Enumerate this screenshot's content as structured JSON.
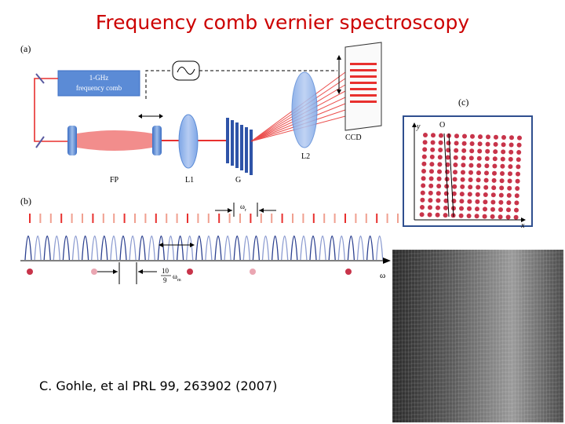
{
  "title": "Frequency comb vernier spectroscopy",
  "citation": "C. Gohle, et al PRL 99, 263902 (2007)",
  "panel_a": {
    "label": "(a)",
    "comb_box_line1": "1-GHz",
    "comb_box_line2": "frequency comb",
    "fp_label": "FP",
    "l1_label": "L1",
    "g_label": "G",
    "l2_label": "L2",
    "ccd_label": "CCD"
  },
  "panel_b": {
    "label": "(b)",
    "omega_r_label": "ω",
    "omega_r_sub": "r",
    "ratio_num": "10",
    "ratio_den": "9",
    "omega_m_label": "ω",
    "omega_m_sub": "m",
    "axis_label": "ω"
  },
  "panel_c": {
    "label": "(c)",
    "origin_label": "O",
    "y_label": "y",
    "x_label": "x"
  },
  "colors": {
    "title": "#cc0000",
    "comb_box": "#5b8bd6",
    "laser": "#e8302e",
    "peaks": "#2a3f8f",
    "dots": "#c8344a"
  }
}
